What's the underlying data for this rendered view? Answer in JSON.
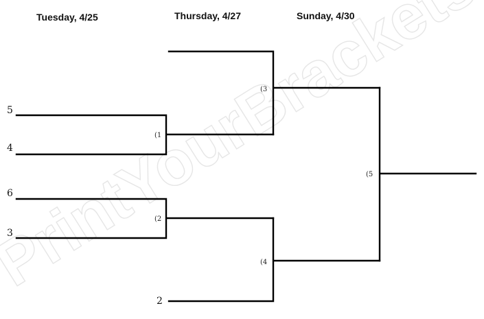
{
  "watermark": "PrintYourBrackets",
  "rounds": [
    {
      "label": "Tuesday, 4/25"
    },
    {
      "label": "Thursday, 4/27"
    },
    {
      "label": "Sunday, 4/30"
    }
  ],
  "seeds": [
    "5",
    "4",
    "6",
    "3",
    "2"
  ],
  "games": [
    "(1",
    "(2",
    "(3",
    "(4",
    "(5"
  ]
}
